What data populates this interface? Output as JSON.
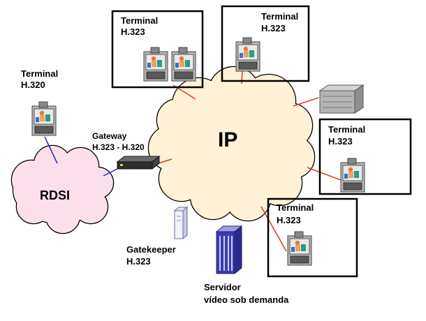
{
  "colors": {
    "ip_cloud": "#fff2d6",
    "rdsi_cloud": "#fbe0ec",
    "link_red": "#e03a1e",
    "link_blue": "#2a2ac8",
    "frame": "#000000"
  },
  "clouds": {
    "ip_label": "IP",
    "rdsi_label": "RDSI"
  },
  "terminals_h323": [
    {
      "line1": "Terminal",
      "line2": "H.323"
    },
    {
      "line1": "Terminal",
      "line2": "H.323"
    },
    {
      "line1": "Terminal",
      "line2": "H.323"
    },
    {
      "line1": "Terminal",
      "line2": "H.323"
    }
  ],
  "terminal_h320": {
    "line1": "Terminal",
    "line2": "H.320"
  },
  "gateway": {
    "line1": "Gateway",
    "line2": "H.323 - H.320"
  },
  "gatekeeper": {
    "line1": "Gatekeeper",
    "line2": "H.323"
  },
  "server": {
    "line1": "Servidor",
    "line2": "vídeo sob demanda"
  },
  "icons": {
    "videophone": "videophone-terminal-icon",
    "gateway": "gateway-device-icon",
    "gatekeeper": "gatekeeper-tower-icon",
    "server": "video-server-icon",
    "mcu": "mcu-rack-icon"
  }
}
